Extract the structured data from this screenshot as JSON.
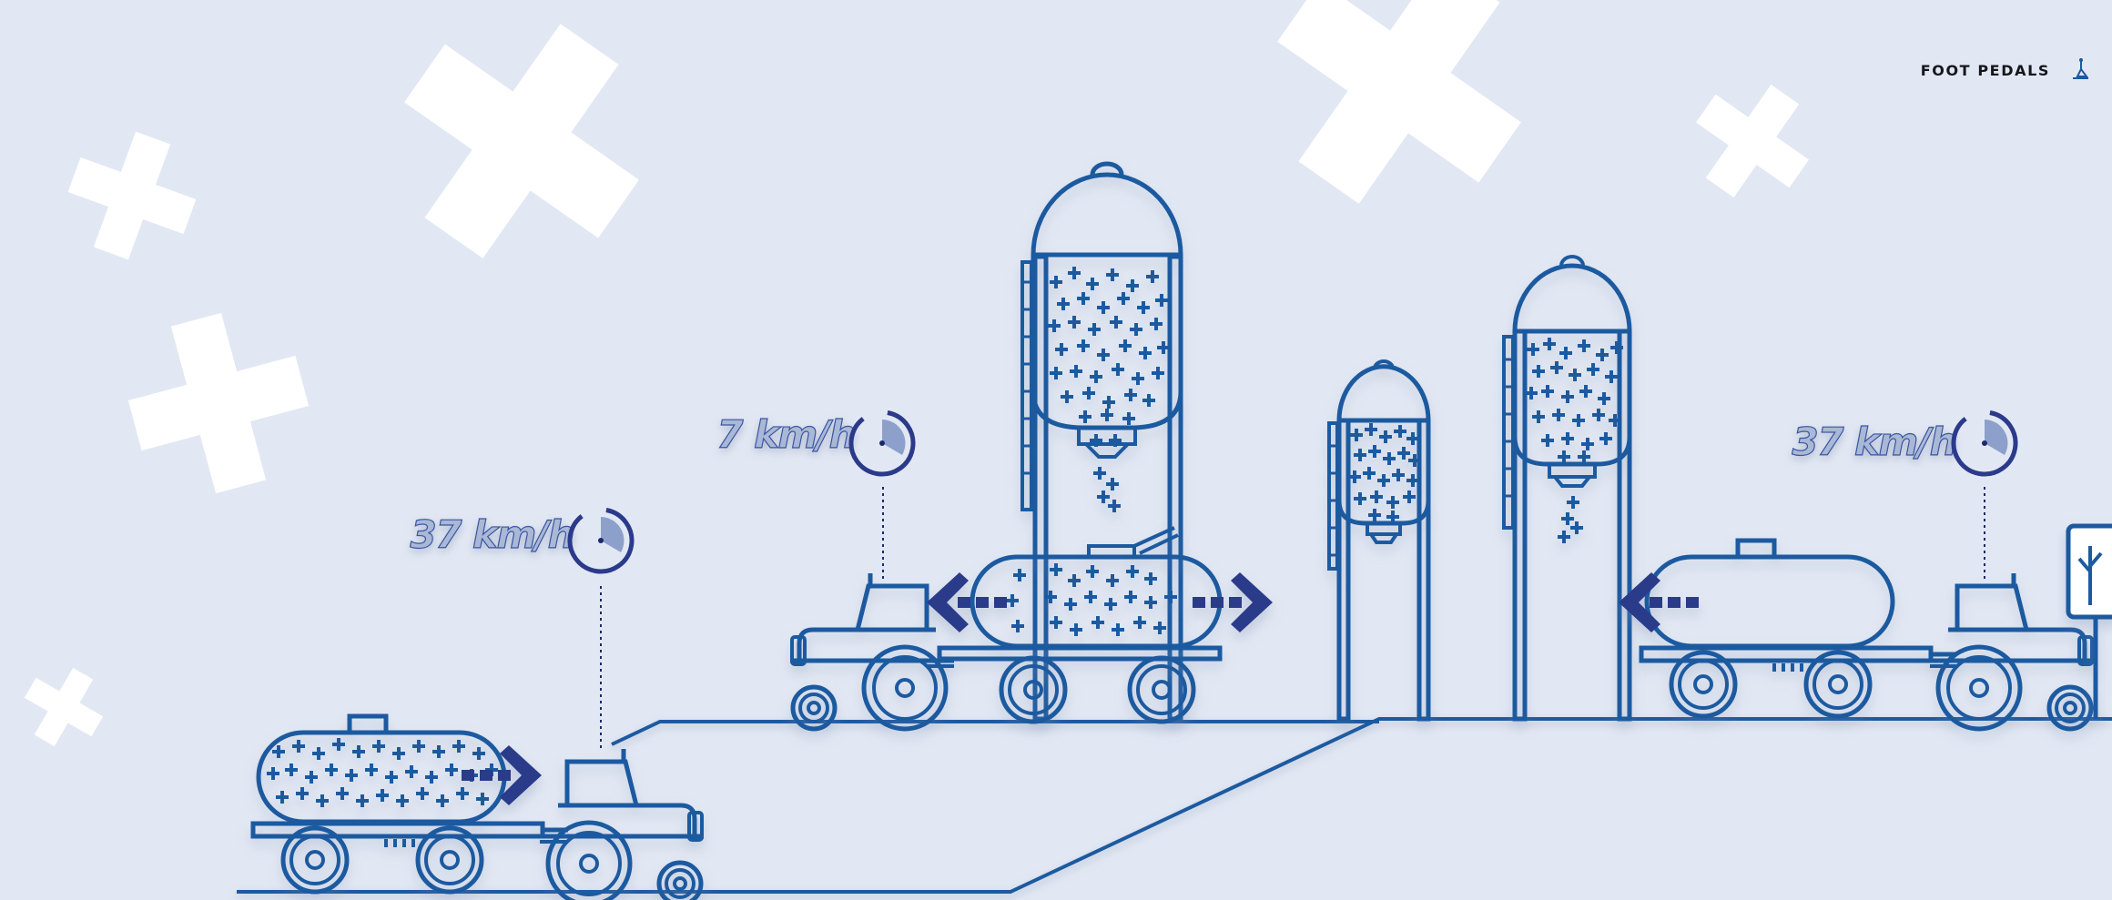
{
  "header": {
    "link_label": "FOOT PEDALS",
    "link_icon": "foot-pedal-icon"
  },
  "speed_readouts": [
    {
      "label": "37 km/h",
      "gauge_fraction": 0.15
    },
    {
      "label": "7 km/h",
      "gauge_fraction": 0.15
    },
    {
      "label": "37 km/h",
      "gauge_fraction": 0.15
    }
  ],
  "colors": {
    "background": "#e2e8f3",
    "line": "#1b5aa0",
    "arrow": "#2b3a8a",
    "speed_text": "#a9b8d6",
    "decor": "#ffffff"
  },
  "icons": [
    "cross-decor-icon",
    "tractor-icon",
    "tanker-trailer-icon",
    "silo-icon",
    "speed-gauge-icon",
    "arrow-left-icon",
    "arrow-right-icon",
    "tree-sign-icon"
  ]
}
